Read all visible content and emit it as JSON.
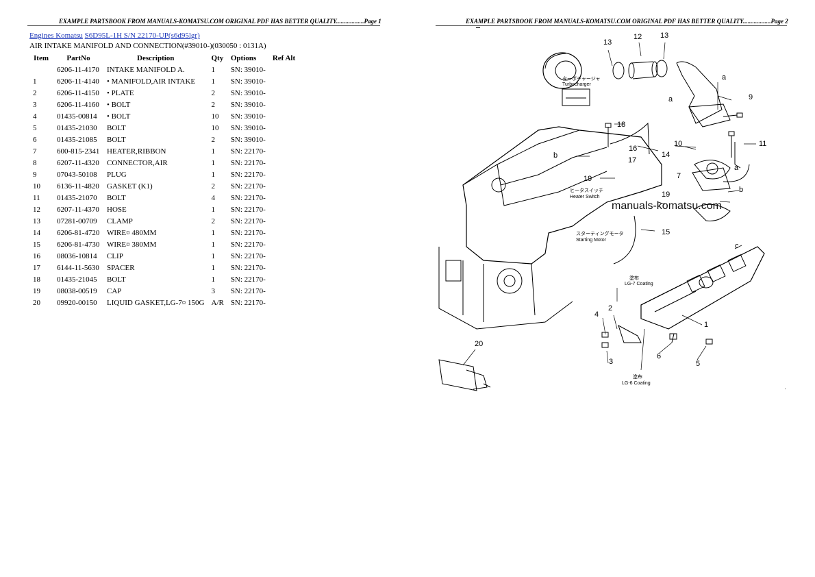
{
  "header": {
    "page1": "EXAMPLE PARTSBOOK FROM MANUALS-KOMATSU.COM ORIGINAL PDF HAS BETTER QUALITY..................Page 1",
    "page2": "EXAMPLE PARTSBOOK FROM MANUALS-KOMATSU.COM ORIGINAL PDF HAS BETTER QUALITY..................Page 2"
  },
  "breadcrumb": {
    "link1": "Engines Komatsu",
    "link2": "S6D95L-1H S/N 22170-UP(s6d95lgr)"
  },
  "section_title": "AIR INTAKE MANIFOLD AND CONNECTION(#39010-)(030050 : 0131A)",
  "table": {
    "headers": [
      "Item",
      "PartNo",
      "Description",
      "Qty",
      "Options",
      "Ref Alt"
    ],
    "rows": [
      [
        "",
        "6206-11-4170",
        "INTAKE MANIFOLD A.",
        "1",
        "SN: 39010-",
        ""
      ],
      [
        "1",
        "6206-11-4140",
        "• MANIFOLD,AIR INTAKE",
        "1",
        "SN: 39010-",
        ""
      ],
      [
        "2",
        "6206-11-4150",
        "• PLATE",
        "2",
        "SN: 39010-",
        ""
      ],
      [
        "3",
        "6206-11-4160",
        "• BOLT",
        "2",
        "SN: 39010-",
        ""
      ],
      [
        "4",
        "01435-00814",
        "• BOLT",
        "10",
        "SN: 39010-",
        ""
      ],
      [
        "5",
        "01435-21030",
        "BOLT",
        "10",
        "SN: 39010-",
        ""
      ],
      [
        "6",
        "01435-21085",
        "BOLT",
        "2",
        "SN: 39010-",
        ""
      ],
      [
        "7",
        "600-815-2341",
        "HEATER,RIBBON",
        "1",
        "SN: 22170-",
        ""
      ],
      [
        "8",
        "6207-11-4320",
        "CONNECTOR,AIR",
        "1",
        "SN: 22170-",
        ""
      ],
      [
        "9",
        "07043-50108",
        "PLUG",
        "1",
        "SN: 22170-",
        ""
      ],
      [
        "10",
        "6136-11-4820",
        "GASKET (K1)",
        "2",
        "SN: 22170-",
        ""
      ],
      [
        "11",
        "01435-21070",
        "BOLT",
        "4",
        "SN: 22170-",
        ""
      ],
      [
        "12",
        "6207-11-4370",
        "HOSE",
        "1",
        "SN: 22170-",
        ""
      ],
      [
        "13",
        "07281-00709",
        "CLAMP",
        "2",
        "SN: 22170-",
        ""
      ],
      [
        "14",
        "6206-81-4720",
        "WIRE¤ 480MM",
        "1",
        "SN: 22170-",
        ""
      ],
      [
        "15",
        "6206-81-4730",
        "WIRE¤ 380MM",
        "1",
        "SN: 22170-",
        ""
      ],
      [
        "16",
        "08036-10814",
        "CLIP",
        "1",
        "SN: 22170-",
        ""
      ],
      [
        "17",
        "6144-11-5630",
        "SPACER",
        "1",
        "SN: 22170-",
        ""
      ],
      [
        "18",
        "01435-21045",
        "BOLT",
        "1",
        "SN: 22170-",
        ""
      ],
      [
        "19",
        "08038-00519",
        "CAP",
        "3",
        "SN: 22170-",
        ""
      ],
      [
        "20",
        "09920-00150",
        "LIQUID GASKET,LG-7¤ 150G",
        "A/R",
        "SN: 22170-",
        ""
      ]
    ]
  },
  "diagram": {
    "watermark": "manuals-komatsu.com",
    "callouts": [
      "13",
      "12",
      "13",
      "a",
      "9",
      "a",
      "18",
      "16",
      "b",
      "14",
      "17",
      "10",
      "11",
      "7",
      "b",
      "19",
      "19",
      "a",
      "15",
      "c",
      "2",
      "4",
      "3",
      "6",
      "5",
      "1",
      "20"
    ],
    "labels": {
      "turbocharger_jp": "ターボチャージャ",
      "turbocharger": "Turbocharger",
      "heater_jp": "ヒータスイッチ",
      "heater": "Heater Switch",
      "starter_jp": "スターティングモータ",
      "starter": "Starting Motor",
      "lg7_jp": "塗布",
      "lg7": "LG-7 Coating",
      "lg6_jp": "塗布",
      "lg6": "LG-6 Coating"
    }
  }
}
